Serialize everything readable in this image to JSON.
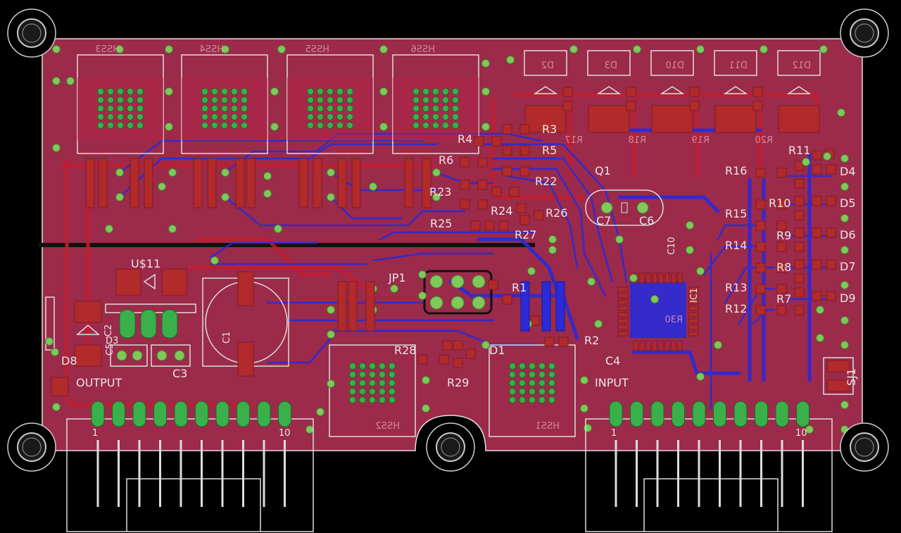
{
  "board": {
    "colors": {
      "background": "#000000",
      "copper_top": "#a3284a",
      "copper_trace_top": "#c41c2c",
      "copper_trace_bottom": "#2a2ad8",
      "silkscreen": "#e6e6e6",
      "via": "#7fc85a"
    }
  },
  "labels": {
    "output": "OUTPUT",
    "input": "INPUT",
    "pin1_left": "1",
    "pin10_left": "10",
    "pin1_right": "1",
    "pin10_right": "10"
  },
  "components": {
    "r3": "R3",
    "r4": "R4",
    "r5": "R5",
    "r6": "R6",
    "r7": "R7",
    "r8": "R8",
    "r9": "R9",
    "r10": "R10",
    "r11": "R11",
    "r12": "R12",
    "r13": "R13",
    "r14": "R14",
    "r15": "R15",
    "r16": "R16",
    "r2": "R2",
    "r1": "R1",
    "r22": "R22",
    "r23": "R23",
    "r24": "R24",
    "r25": "R25",
    "r26": "R26",
    "r27": "R27",
    "r28": "R28",
    "r29": "R29",
    "q1": "Q1",
    "c7": "C7",
    "c6": "C6",
    "c4": "C4",
    "c3": "C3",
    "c1": "C1",
    "c5": "C5",
    "c2": "C2",
    "c10": "C10",
    "d1": "D1",
    "d4": "D4",
    "d5": "D5",
    "d6": "D6",
    "d7": "D7",
    "d8": "D8",
    "d9": "D9",
    "jp1": "JP1",
    "u11": "U$11",
    "ic1": "IC1",
    "sj1": "SJ1",
    "d3_led": "D3"
  },
  "mirrored_labels": {
    "hss1": "HSS1",
    "hss2": "HSS2",
    "hss3": "HSS3",
    "hss4": "HSS4",
    "hss5": "HSS5",
    "hss6": "HSS6",
    "d2": "D2",
    "d3": "D3",
    "d10": "D10",
    "d11": "D11",
    "d12": "D12",
    "r17": "R17",
    "r18": "R18",
    "r19": "R19",
    "r20": "R20",
    "r30": "R30"
  }
}
